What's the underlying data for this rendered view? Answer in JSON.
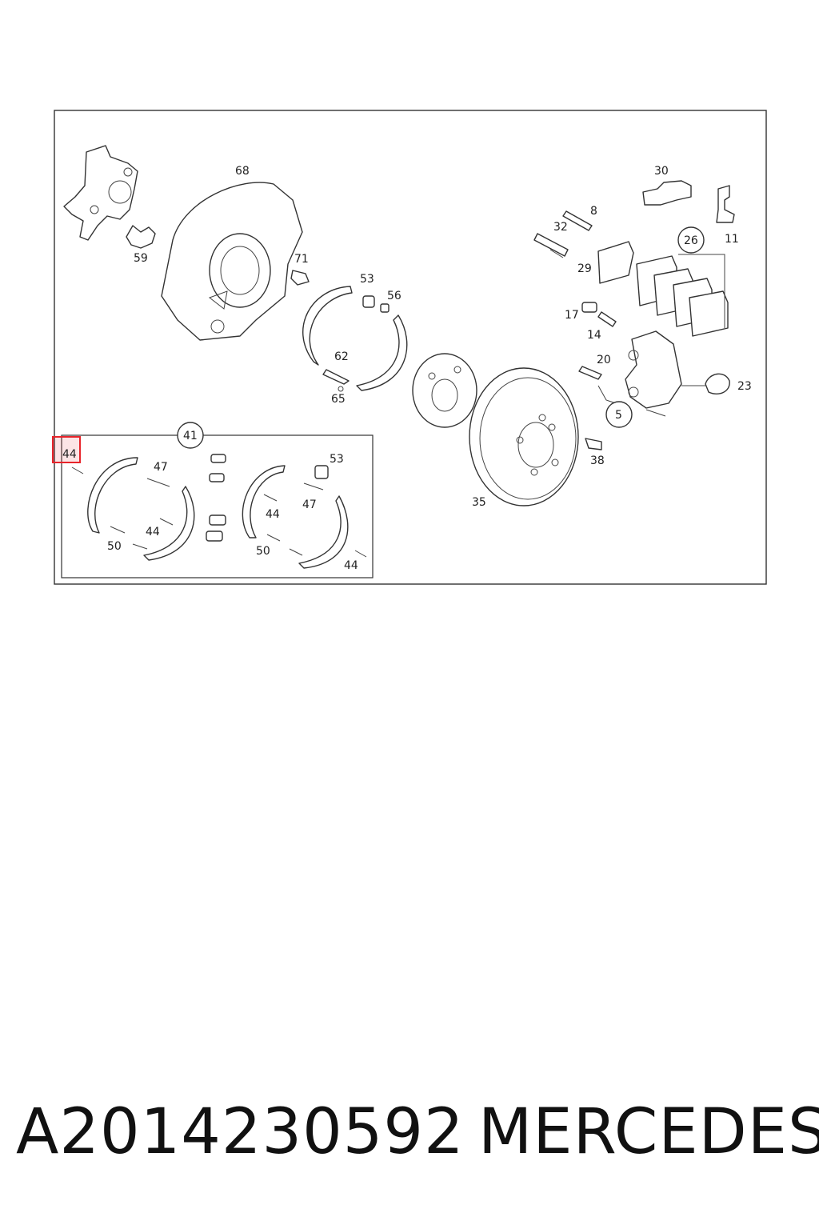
{
  "diagram": {
    "part_numbers": [
      "68",
      "30",
      "8",
      "32",
      "26",
      "11",
      "59",
      "71",
      "53",
      "56",
      "29",
      "17",
      "14",
      "62",
      "65",
      "20",
      "23",
      "5",
      "41",
      "44",
      "47",
      "53",
      "47",
      "44",
      "44",
      "50",
      "44",
      "50",
      "44",
      "38",
      "35"
    ],
    "highlighted_label": "44",
    "highlight_color": "#e8242b"
  },
  "caption": {
    "part_number": "A2014230592",
    "brand": "MERCEDES"
  }
}
